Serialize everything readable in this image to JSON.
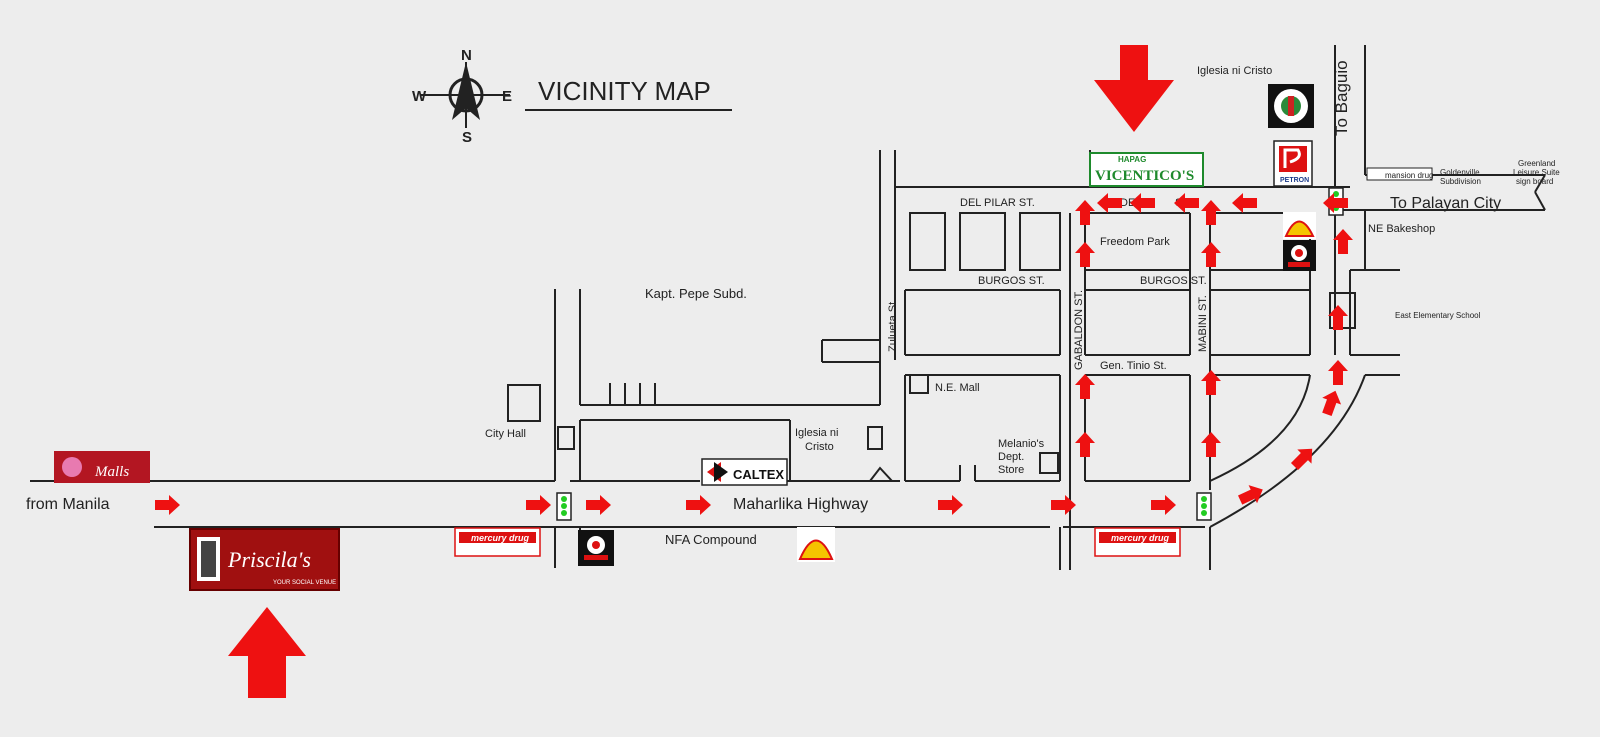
{
  "title": "VICINITY MAP",
  "compass": {
    "n": "N",
    "s": "S",
    "e": "E",
    "w": "W"
  },
  "streets": {
    "del_pilar": "DEL PILAR ST.",
    "del_pilar_2": "DEL P",
    "del_pilar_3": "ST.",
    "burgos_1": "BURGOS ST.",
    "burgos_2": "BURGOS ST.",
    "gen_tinio": "Gen. Tinio St.",
    "zulueta": "Zulueta St.",
    "gabaldon": "GABALDON ST.",
    "mabini": "MABINI ST.",
    "highway": "Maharlika Highway"
  },
  "places": {
    "from_manila": "from Manila",
    "to_baguio": "To Baguio",
    "to_palayan": "To Palayan City",
    "kapt_pepe": "Kapt. Pepe Subd.",
    "freedom_park": "Freedom Park",
    "ne_bakeshop": "NE Bakeshop",
    "east_school": "East Elementary School",
    "ne_mall": "N.E. Mall",
    "melanios_1": "Melanio's",
    "melanios_2": "Dept.",
    "melanios_3": "Store",
    "city_hall": "City Hall",
    "iglesia_1": "Iglesia ni",
    "iglesia_2": "Cristo",
    "iglesia_top": "Iglesia ni Cristo",
    "nfa": "NFA Compound",
    "mansion": "mansion drug",
    "goldenville_1": "Goldenville",
    "goldenville_2": "Subdivision",
    "greenland_1": "Greenland",
    "greenland_2": "Leisure Suite",
    "greenland_3": "sign board"
  },
  "logos": {
    "vicentico_top": "HAPAG",
    "vicentico": "VICENTICO'S",
    "priscila": "Priscila's",
    "priscila_tag": "YOUR SOCIAL VENUE",
    "caltex": "CALTEX",
    "mercury": "mercury drug",
    "malls": "Malls",
    "petron": "PETRON"
  },
  "colors": {
    "arrow": "#ee1111",
    "road": "#222222",
    "priscila_bg": "#a01010",
    "vicentico_green": "#1e8a2c"
  }
}
